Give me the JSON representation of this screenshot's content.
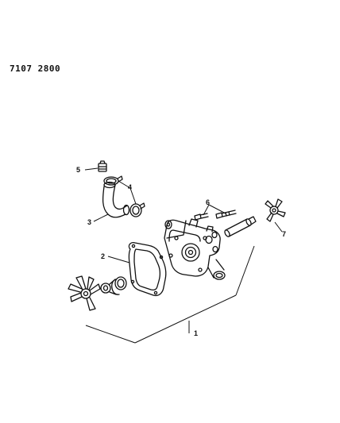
{
  "document": {
    "code": "7107 2800"
  },
  "callouts": {
    "c1": "1",
    "c2": "2",
    "c3": "3",
    "c4": "4",
    "c5": "5",
    "c6": "6",
    "c7": "7"
  },
  "colors": {
    "ink": "#111111",
    "background": "#ffffff"
  }
}
